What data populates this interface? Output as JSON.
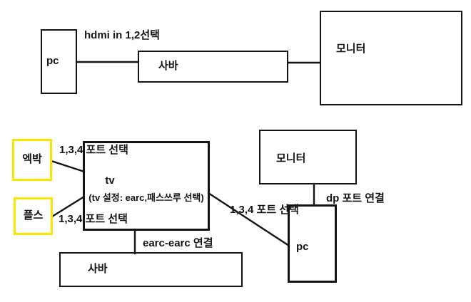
{
  "colors": {
    "background": "#ffffff",
    "line": "#141414",
    "text": "#141414",
    "highlight_border": "#ffe400"
  },
  "top_diagram": {
    "pc_label": "pc",
    "hdmi_note": "hdmi in 1,2선택",
    "soundbar_label": "사바",
    "monitor_label": "모니터"
  },
  "bottom_diagram": {
    "xbox_label": "엑박",
    "ps_label": "플스",
    "tv_title": "tv",
    "tv_settings_note": "(tv 설정: earc,패스쓰루 선택)",
    "port_note_top": "1,3,4 포트 선택",
    "port_note_bottom": "1,3,4 포트 선택",
    "port_note_pc": "1,3,4 포트 선택",
    "earc_note": "earc-earc 연결",
    "dp_note": "dp 포트 연결",
    "monitor_label": "모니터",
    "pc_label": "pc",
    "soundbar_label": "사바"
  }
}
